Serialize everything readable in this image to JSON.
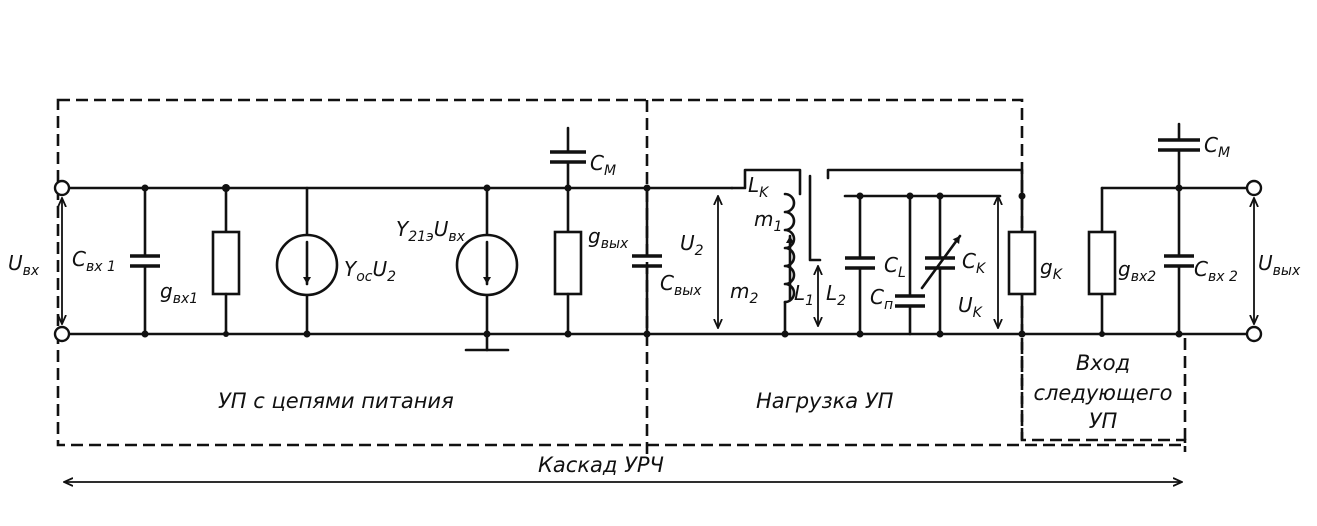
{
  "labels": {
    "u_in": "U",
    "u_in_sub": "вх",
    "c_in1": "C",
    "c_in1_sub": "вх 1",
    "g_in1": "g",
    "g_in1_sub": "вх1",
    "y_oc": "Y",
    "y_oc_sub": "ос",
    "y_oc_tail": "U",
    "y_oc_tail_sub": "2",
    "y21": "Y",
    "y21_sub": "21э",
    "y21_tail": "U",
    "y21_tail_sub": "вх",
    "c_m1": "C",
    "c_m1_sub": "M",
    "g_out": "g",
    "g_out_sub": "вых",
    "u2": "U",
    "u2_sub": "2",
    "c_out": "C",
    "c_out_sub": "вых",
    "l_k": "L",
    "l_k_sub": "K",
    "m1": "m",
    "m1_sub": "1",
    "m2": "m",
    "m2_sub": "2",
    "l1": "L",
    "l1_sub": "1",
    "l2": "L",
    "l2_sub": "2",
    "c_l": "C",
    "c_l_sub": "L",
    "c_p": "C",
    "c_p_sub": "п",
    "c_k": "C",
    "c_k_sub": "K",
    "u_k": "U",
    "u_k_sub": "K",
    "g_k": "g",
    "g_k_sub": "K",
    "g_in2": "g",
    "g_in2_sub": "вх2",
    "c_in2": "C",
    "c_in2_sub": "вх 2",
    "c_m2": "C",
    "c_m2_sub": "M",
    "u_out": "U",
    "u_out_sub": "вых"
  },
  "sections": {
    "amplifier": "УП с цепями питания",
    "load": "Нагрузка УП",
    "next_input_1": "Вход",
    "next_input_2": "следующего",
    "next_input_3": "УП",
    "stage": "Каскад  УРЧ"
  }
}
